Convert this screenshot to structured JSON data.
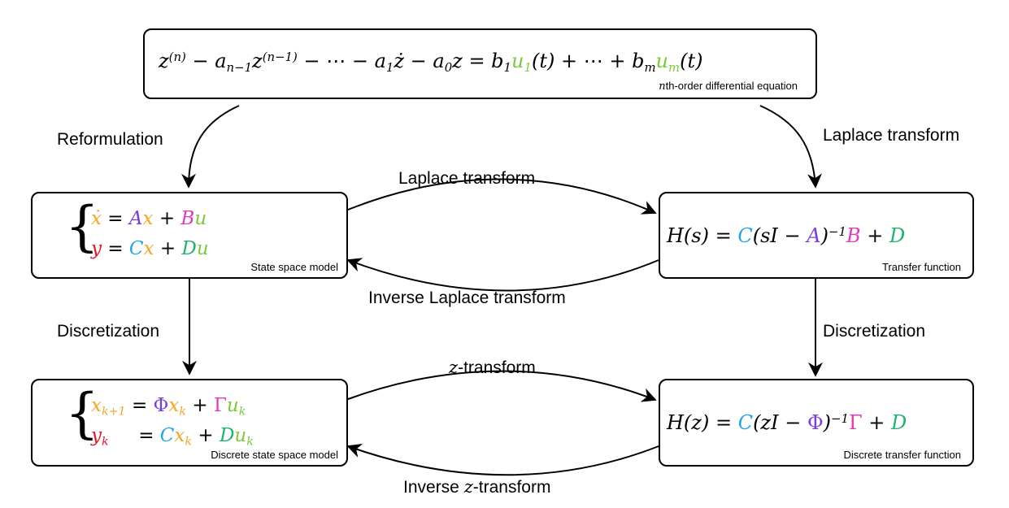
{
  "colors": {
    "x": "#f5a623",
    "A": "#7b3fd6",
    "B": "#e53ab8",
    "y": "#e8172a",
    "C": "#22a7e6",
    "D": "#1fb36b",
    "u_top": "#7cc93a"
  },
  "top_box": {
    "caption_prefix": "n",
    "caption": "th-order differential equation"
  },
  "ssm_box": {
    "caption": "State space model"
  },
  "tf_box": {
    "caption": "Transfer function"
  },
  "dssm_box": {
    "caption": "Discrete state space model"
  },
  "dtf_box": {
    "caption": "Discrete transfer function"
  },
  "arrows": {
    "reformulation": "Reformulation",
    "laplace_right": "Laplace transform",
    "laplace_mid": "Laplace transform",
    "inverse_laplace": "Inverse Laplace transform",
    "discretization_left": "Discretization",
    "discretization_right": "Discretization",
    "z_transform_prefix": "z",
    "z_transform_suffix": "-transform",
    "inverse_z_prefix": "Inverse ",
    "inverse_z_var": "z",
    "inverse_z_suffix": "-transform"
  }
}
